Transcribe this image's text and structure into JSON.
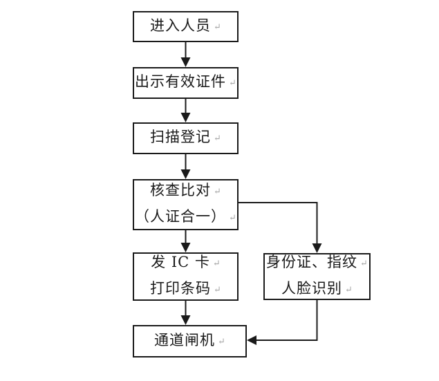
{
  "diagram": {
    "type": "flowchart",
    "return_mark": "↵",
    "colors": {
      "line": "#1a1a1a",
      "text": "#1a1a1a",
      "return_mark": "#a6a6a6",
      "background": "#ffffff"
    },
    "boxes": [
      {
        "name": "entry-personnel",
        "lines": [
          "进入人员"
        ]
      },
      {
        "name": "show-valid-id",
        "lines": [
          "出示有效证件"
        ]
      },
      {
        "name": "scan-register",
        "lines": [
          "扫描登记"
        ]
      },
      {
        "name": "verify-compare",
        "lines": [
          "核查比对",
          "（人证合一）"
        ]
      },
      {
        "name": "issue-ic-card-print-barcode",
        "lines": [
          "发 IC 卡",
          "打印条码"
        ]
      },
      {
        "name": "id-fingerprint-face-recognition",
        "lines": [
          "身份证、指纹",
          "人脸识别"
        ]
      },
      {
        "name": "channel-gate",
        "lines": [
          "通道闸机"
        ]
      }
    ],
    "edges": [
      {
        "from": "entry-personnel",
        "to": "show-valid-id"
      },
      {
        "from": "show-valid-id",
        "to": "scan-register"
      },
      {
        "from": "scan-register",
        "to": "verify-compare"
      },
      {
        "from": "verify-compare",
        "to": "issue-ic-card-print-barcode"
      },
      {
        "from": "verify-compare",
        "to": "id-fingerprint-face-recognition"
      },
      {
        "from": "issue-ic-card-print-barcode",
        "to": "channel-gate"
      },
      {
        "from": "id-fingerprint-face-recognition",
        "to": "channel-gate"
      }
    ]
  }
}
